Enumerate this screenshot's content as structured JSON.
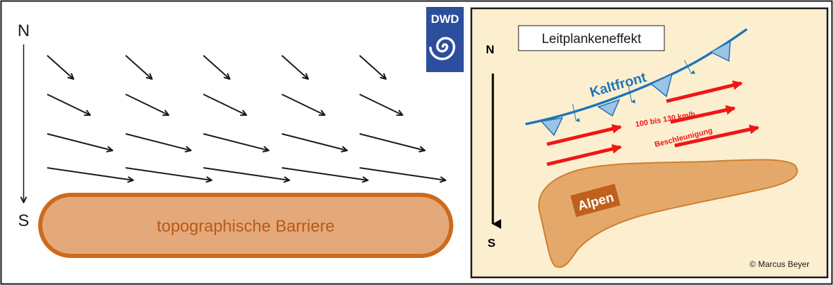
{
  "left_panel": {
    "north_label": "N",
    "south_label": "S",
    "barrier_label": "topographische Barriere",
    "arrow_color": "#1a1a1a",
    "barrier_fill": "#e3a97b",
    "barrier_stroke": "#cd6a1c",
    "barrier_text_color": "#b85a14"
  },
  "logo": {
    "text": "DWD",
    "background": "#2d4e9c",
    "icon": "spiral-icon"
  },
  "right_panel": {
    "title": "Leitplankeneffekt",
    "north_label": "N",
    "south_label": "S",
    "front_label": "Kaltfront",
    "speed_label": "100 bis 130 km/h",
    "acceleration_label": "Beschleunigung",
    "alps_label": "Alpen",
    "copyright": "© Marcus Beyer",
    "background": "#fcefcf",
    "front_color": "#1f74b8",
    "front_triangle_fill": "#9dc3e3",
    "wind_arrow_color": "#f01616",
    "alps_fill": "#e4a86b",
    "alps_stroke": "#cd7f32",
    "alps_label_bg": "#c0601c"
  }
}
